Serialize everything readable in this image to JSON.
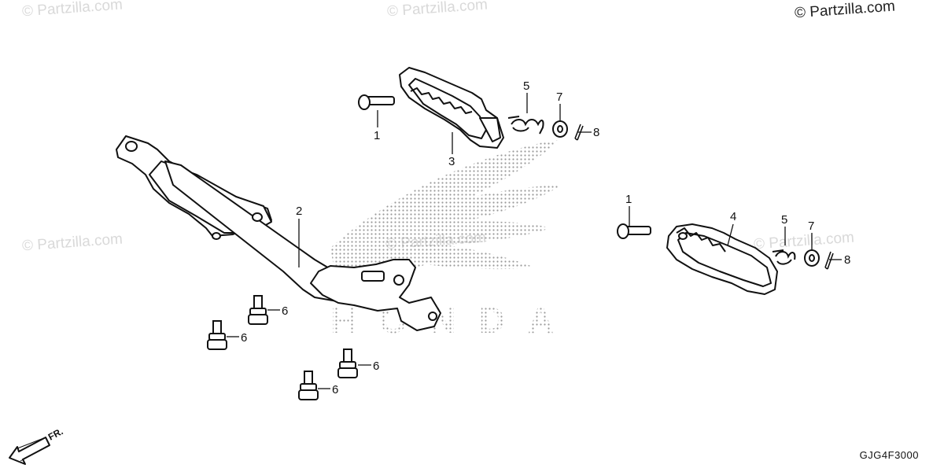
{
  "watermark": {
    "text": "© Partzilla.com"
  },
  "diagram_code": "GJG4F3000",
  "front_indicator": "FR.",
  "brand_wing_text": "HONDA",
  "callouts": {
    "c1a": "1",
    "c1b": "1",
    "c2": "2",
    "c3": "3",
    "c4": "4",
    "c5a": "5",
    "c5b": "5",
    "c6a": "6",
    "c6b": "6",
    "c6c": "6",
    "c6d": "6",
    "c7a": "7",
    "c7b": "7",
    "c8a": "8",
    "c8b": "8"
  },
  "colors": {
    "line": "#111111",
    "wing_dots": "#9a9a9a",
    "watermark": "#d9d9d9"
  }
}
